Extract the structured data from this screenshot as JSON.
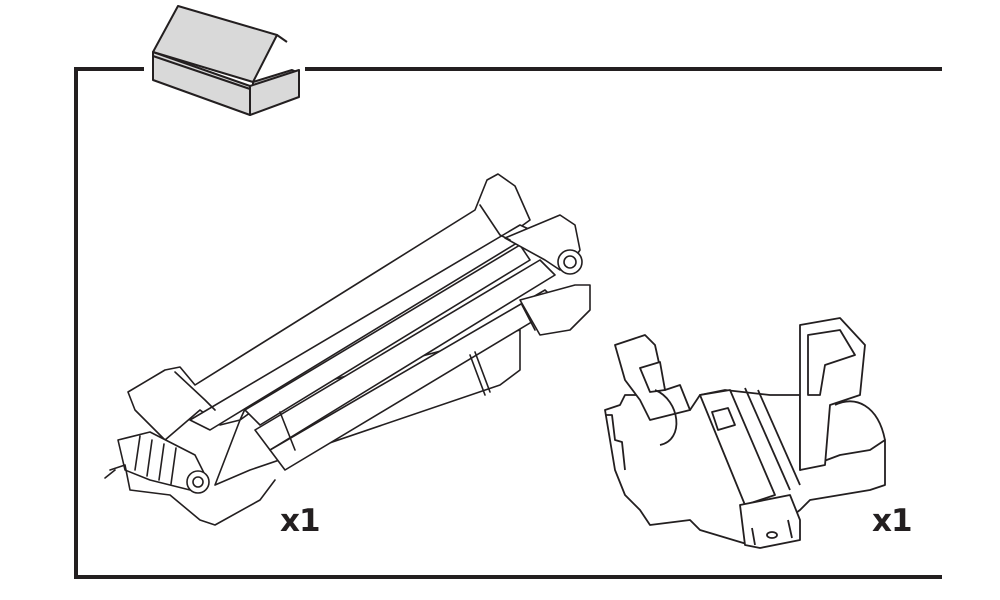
{
  "diagram": {
    "type": "package-contents",
    "header_icon": "open-box-icon",
    "colors": {
      "line": "#231f20",
      "box_fill": "#d9d9d9",
      "box_inner": "#c4c4c4",
      "background": "#ffffff"
    },
    "items": [
      {
        "name": "folded-frame-assembly",
        "quantity_label": "x1"
      },
      {
        "name": "mounting-bracket",
        "quantity_label": "x1"
      }
    ]
  }
}
